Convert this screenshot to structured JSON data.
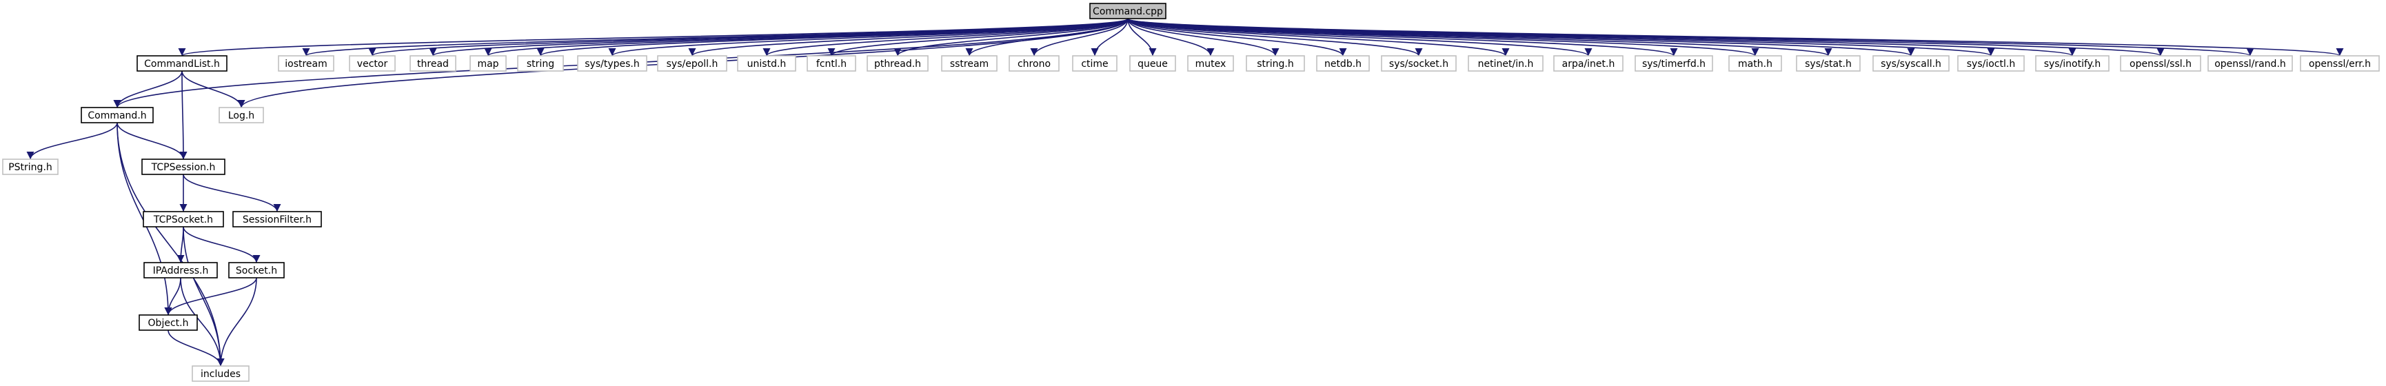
{
  "colors": {
    "edge": "#191970",
    "root_fill": "#bfbfbf",
    "documented_border": "#000000",
    "undocumented_border": "#bfbfbf",
    "node_fill": "#ffffff"
  },
  "nodes": [
    {
      "id": "command_cpp",
      "label": "Command.cpp",
      "kind": "root"
    },
    {
      "id": "commandlist_h",
      "label": "CommandList.h",
      "kind": "documented"
    },
    {
      "id": "iostream",
      "label": "iostream",
      "kind": "external"
    },
    {
      "id": "vector",
      "label": "vector",
      "kind": "external"
    },
    {
      "id": "thread",
      "label": "thread",
      "kind": "external"
    },
    {
      "id": "map",
      "label": "map",
      "kind": "external"
    },
    {
      "id": "string",
      "label": "string",
      "kind": "external"
    },
    {
      "id": "sys_types_h",
      "label": "sys/types.h",
      "kind": "external"
    },
    {
      "id": "sys_epoll_h",
      "label": "sys/epoll.h",
      "kind": "external"
    },
    {
      "id": "unistd_h",
      "label": "unistd.h",
      "kind": "external"
    },
    {
      "id": "fcntl_h",
      "label": "fcntl.h",
      "kind": "external"
    },
    {
      "id": "pthread_h",
      "label": "pthread.h",
      "kind": "external"
    },
    {
      "id": "sstream",
      "label": "sstream",
      "kind": "external"
    },
    {
      "id": "chrono",
      "label": "chrono",
      "kind": "external"
    },
    {
      "id": "ctime",
      "label": "ctime",
      "kind": "external"
    },
    {
      "id": "queue",
      "label": "queue",
      "kind": "external"
    },
    {
      "id": "mutex",
      "label": "mutex",
      "kind": "external"
    },
    {
      "id": "string_h",
      "label": "string.h",
      "kind": "external"
    },
    {
      "id": "netdb_h",
      "label": "netdb.h",
      "kind": "external"
    },
    {
      "id": "sys_socket_h",
      "label": "sys/socket.h",
      "kind": "external"
    },
    {
      "id": "netinet_in_h",
      "label": "netinet/in.h",
      "kind": "external"
    },
    {
      "id": "arpa_inet_h",
      "label": "arpa/inet.h",
      "kind": "external"
    },
    {
      "id": "sys_timerfd_h",
      "label": "sys/timerfd.h",
      "kind": "external"
    },
    {
      "id": "math_h",
      "label": "math.h",
      "kind": "external"
    },
    {
      "id": "sys_stat_h",
      "label": "sys/stat.h",
      "kind": "external"
    },
    {
      "id": "sys_syscall_h",
      "label": "sys/syscall.h",
      "kind": "external"
    },
    {
      "id": "sys_ioctl_h",
      "label": "sys/ioctl.h",
      "kind": "external"
    },
    {
      "id": "sys_inotify_h",
      "label": "sys/inotify.h",
      "kind": "external"
    },
    {
      "id": "openssl_ssl_h",
      "label": "openssl/ssl.h",
      "kind": "external"
    },
    {
      "id": "openssl_rand_h",
      "label": "openssl/rand.h",
      "kind": "external"
    },
    {
      "id": "openssl_err_h",
      "label": "openssl/err.h",
      "kind": "external"
    },
    {
      "id": "command_h",
      "label": "Command.h",
      "kind": "documented"
    },
    {
      "id": "log_h",
      "label": "Log.h",
      "kind": "external"
    },
    {
      "id": "pstring_h",
      "label": "PString.h",
      "kind": "external"
    },
    {
      "id": "tcpsession_h",
      "label": "TCPSession.h",
      "kind": "documented"
    },
    {
      "id": "tcpsocket_h",
      "label": "TCPSocket.h",
      "kind": "documented"
    },
    {
      "id": "sessionfilter_h",
      "label": "SessionFilter.h",
      "kind": "documented"
    },
    {
      "id": "ipaddress_h",
      "label": "IPAddress.h",
      "kind": "documented"
    },
    {
      "id": "socket_h",
      "label": "Socket.h",
      "kind": "documented"
    },
    {
      "id": "object_h",
      "label": "Object.h",
      "kind": "documented"
    },
    {
      "id": "includes",
      "label": "includes",
      "kind": "external"
    }
  ],
  "edges": [
    [
      "command_cpp",
      "commandlist_h"
    ],
    [
      "command_cpp",
      "command_h"
    ],
    [
      "command_cpp",
      "log_h"
    ],
    [
      "command_cpp",
      "iostream"
    ],
    [
      "command_cpp",
      "vector"
    ],
    [
      "command_cpp",
      "thread"
    ],
    [
      "command_cpp",
      "map"
    ],
    [
      "command_cpp",
      "string"
    ],
    [
      "command_cpp",
      "sys_types_h"
    ],
    [
      "command_cpp",
      "sys_epoll_h"
    ],
    [
      "command_cpp",
      "unistd_h"
    ],
    [
      "command_cpp",
      "fcntl_h"
    ],
    [
      "command_cpp",
      "pthread_h"
    ],
    [
      "command_cpp",
      "sstream"
    ],
    [
      "command_cpp",
      "chrono"
    ],
    [
      "command_cpp",
      "ctime"
    ],
    [
      "command_cpp",
      "queue"
    ],
    [
      "command_cpp",
      "mutex"
    ],
    [
      "command_cpp",
      "string_h"
    ],
    [
      "command_cpp",
      "netdb_h"
    ],
    [
      "command_cpp",
      "sys_socket_h"
    ],
    [
      "command_cpp",
      "netinet_in_h"
    ],
    [
      "command_cpp",
      "arpa_inet_h"
    ],
    [
      "command_cpp",
      "sys_timerfd_h"
    ],
    [
      "command_cpp",
      "math_h"
    ],
    [
      "command_cpp",
      "sys_stat_h"
    ],
    [
      "command_cpp",
      "sys_syscall_h"
    ],
    [
      "command_cpp",
      "sys_ioctl_h"
    ],
    [
      "command_cpp",
      "sys_inotify_h"
    ],
    [
      "command_cpp",
      "openssl_ssl_h"
    ],
    [
      "command_cpp",
      "openssl_rand_h"
    ],
    [
      "command_cpp",
      "openssl_err_h"
    ],
    [
      "commandlist_h",
      "command_h"
    ],
    [
      "commandlist_h",
      "log_h"
    ],
    [
      "commandlist_h",
      "tcpsession_h"
    ],
    [
      "command_h",
      "pstring_h"
    ],
    [
      "command_h",
      "tcpsession_h"
    ],
    [
      "command_h",
      "object_h"
    ],
    [
      "command_h",
      "includes"
    ],
    [
      "tcpsession_h",
      "tcpsocket_h"
    ],
    [
      "tcpsession_h",
      "sessionfilter_h"
    ],
    [
      "tcpsocket_h",
      "ipaddress_h"
    ],
    [
      "tcpsocket_h",
      "socket_h"
    ],
    [
      "tcpsocket_h",
      "includes"
    ],
    [
      "ipaddress_h",
      "object_h"
    ],
    [
      "ipaddress_h",
      "includes"
    ],
    [
      "socket_h",
      "object_h"
    ],
    [
      "socket_h",
      "includes"
    ],
    [
      "object_h",
      "includes"
    ]
  ]
}
